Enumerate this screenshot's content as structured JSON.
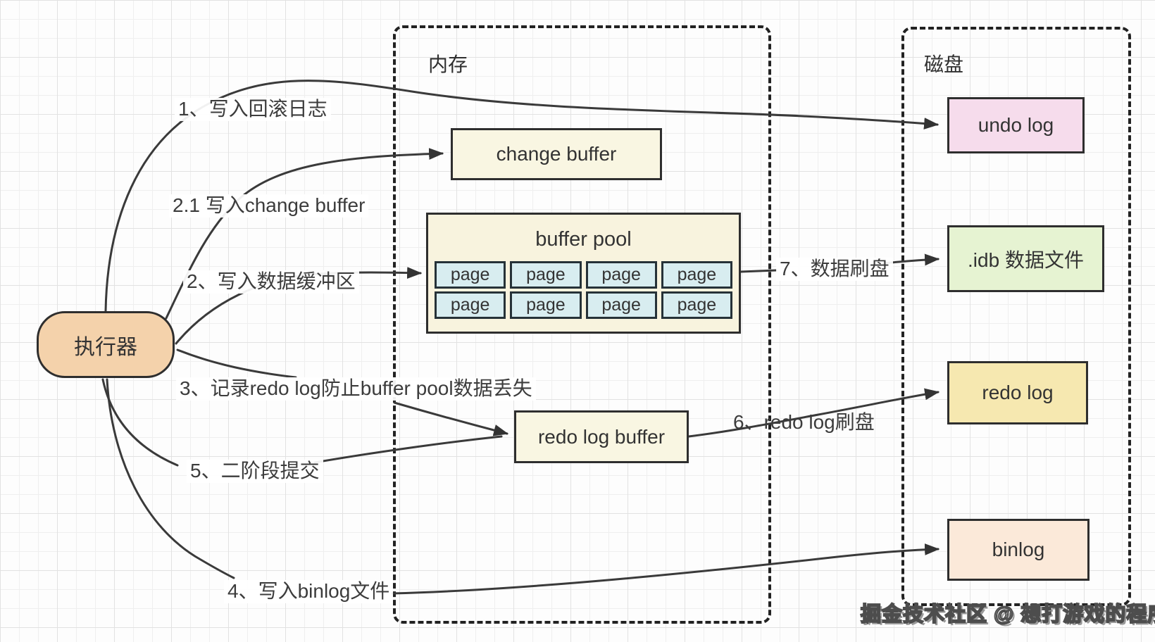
{
  "containers": {
    "memory": {
      "label": "内存"
    },
    "disk": {
      "label": "磁盘"
    }
  },
  "nodes": {
    "executor": {
      "label": "执行器",
      "fill": "#f4d2ab"
    },
    "change_buffer": {
      "label": "change buffer",
      "fill": "#f9f6e2"
    },
    "buffer_pool": {
      "title": "buffer pool",
      "fill": "#f8f3de",
      "page_label": "page",
      "page_count": 8,
      "page_fill": "#d8edf0",
      "rows": 2,
      "cols": 4
    },
    "redo_log_buffer": {
      "label": "redo log buffer",
      "fill": "#f9f6e2"
    },
    "undo_log": {
      "label": "undo log",
      "fill": "#f6dcec"
    },
    "idb_file": {
      "label": ".idb 数据文件",
      "fill": "#e6f3d2"
    },
    "redo_log": {
      "label": "redo log",
      "fill": "#f6e8b0"
    },
    "binlog": {
      "label": "binlog",
      "fill": "#fbe9d9"
    }
  },
  "flow_labels": [
    {
      "id": "step1",
      "text": "1、写入回滚日志"
    },
    {
      "id": "step2_1",
      "text": "2.1 写入change buffer"
    },
    {
      "id": "step2",
      "text": "2、写入数据缓冲区"
    },
    {
      "id": "step3",
      "text": "3、记录redo log防止buffer pool数据丢失"
    },
    {
      "id": "step5",
      "text": "5、二阶段提交"
    },
    {
      "id": "step4",
      "text": "4、写入binlog文件"
    },
    {
      "id": "step7",
      "text": "7、数据刷盘"
    },
    {
      "id": "step6",
      "text": "6、redo log刷盘"
    }
  ],
  "watermark": {
    "text": "掘金技术社区 @ 想打游戏的程序猿"
  },
  "palette": {
    "line": "#3a3a3a",
    "container_border": "#222222",
    "node_border": "#2e2e2e",
    "grid_minor": "#efefef",
    "grid_major": "#e2e2e2"
  }
}
